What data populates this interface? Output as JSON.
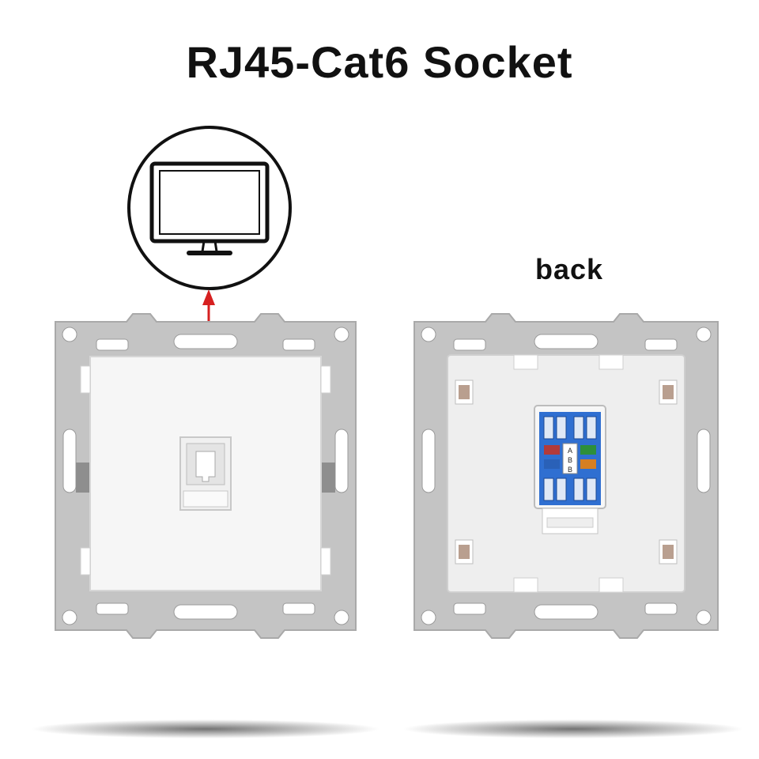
{
  "title": "RJ45-Cat6 Socket",
  "back_label": "back",
  "keystone_labels": {
    "a": "A",
    "b1": "B",
    "b2": "B"
  },
  "icons": {
    "monitor": "monitor-icon",
    "arrow": "up-arrow-icon"
  },
  "colors": {
    "frame": "#c4c4c4",
    "frame_stroke": "#a9a9a9",
    "plate": "#f6f6f6",
    "arrow": "#d62020",
    "keystone": "#2f6fd1",
    "text": "#111111"
  }
}
